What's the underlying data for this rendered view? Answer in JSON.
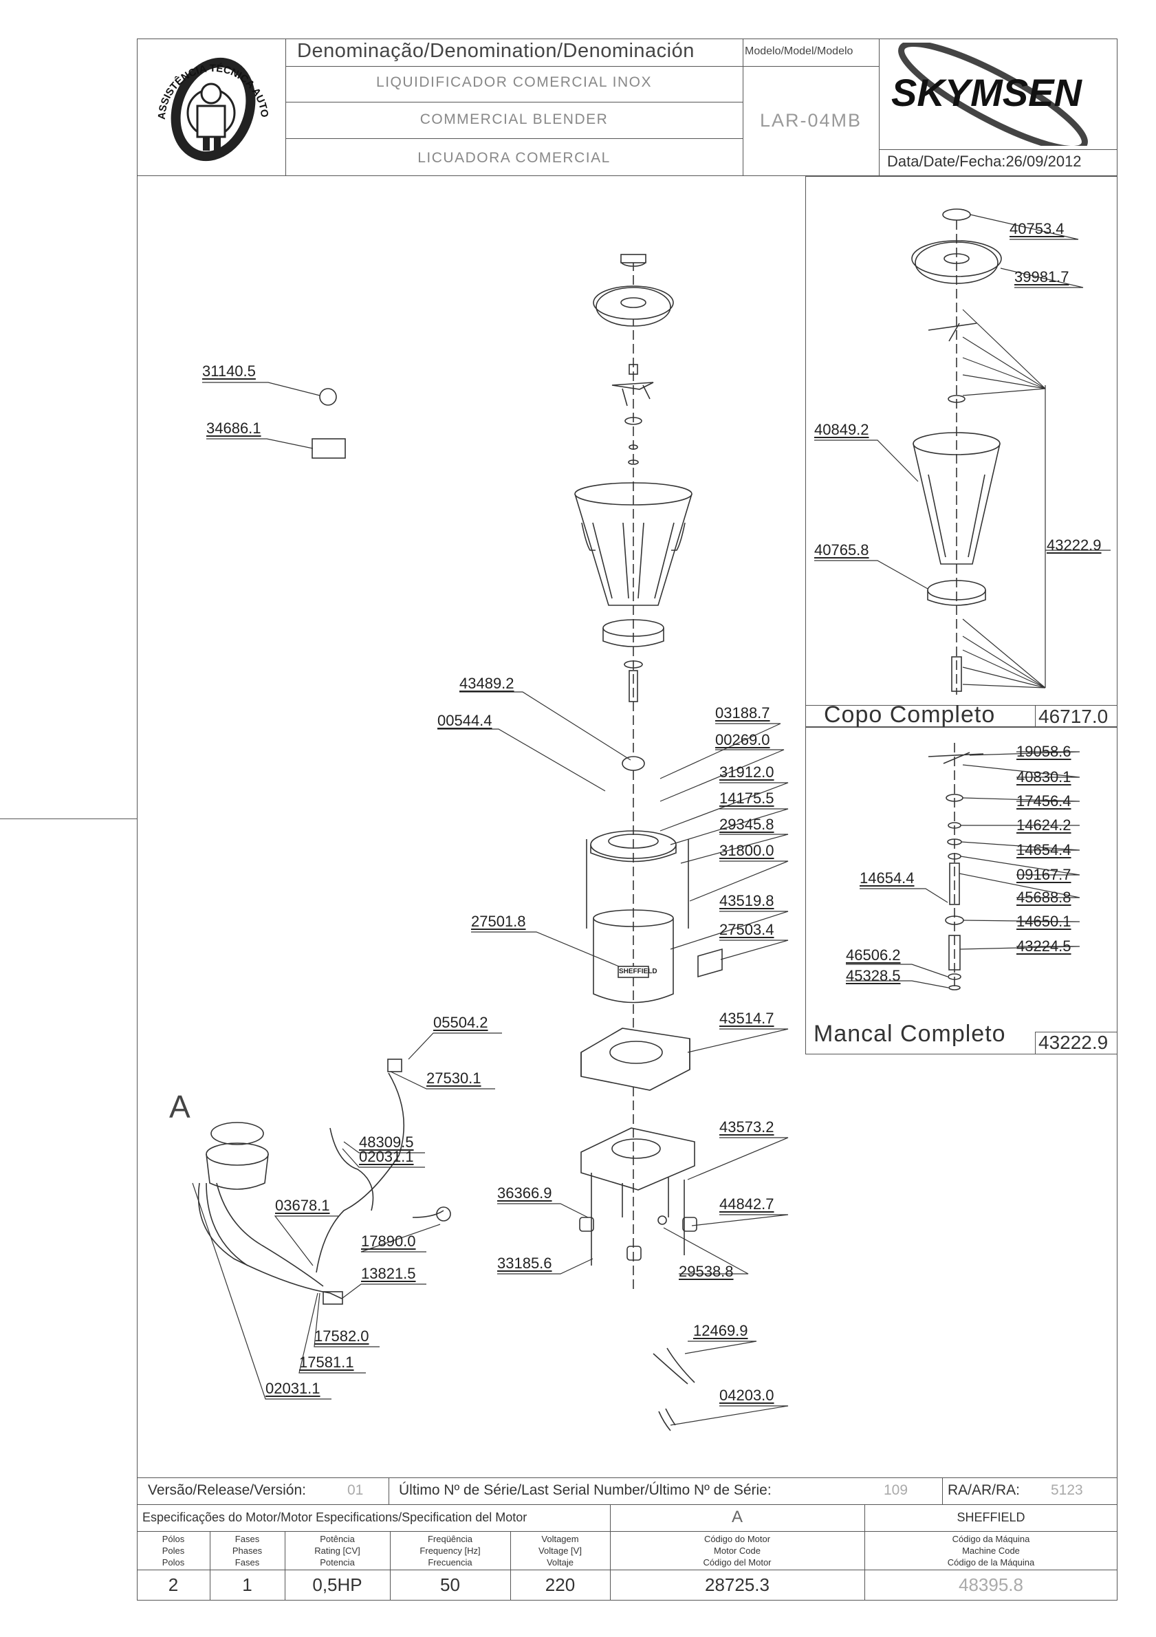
{
  "header": {
    "denomination_label": "Denominação/Denomination/Denominación",
    "model_label": "Modelo/Model/Modelo",
    "name_pt": "LIQUIDIFICADOR COMERCIAL INOX",
    "name_en": "COMMERCIAL BLENDER",
    "name_es": "LICUADORA COMERCIAL",
    "model": "LAR-04MB",
    "brand": "SKYMSEN",
    "date_label": "Data/Date/Fecha:",
    "date": "26/09/2012",
    "seal_text": "ASSISTÊNCIA TÉCNICA AUTORIZADA"
  },
  "main_labels": {
    "p31140_5": "31140.5",
    "p34686_1": "34686.1",
    "p43489_2": "43489.2",
    "p00544_4": "00544.4",
    "p03188_7": "03188.7",
    "p00269_0": "00269.0",
    "p31912_0": "31912.0",
    "p14175_5": "14175.5",
    "p29345_8": "29345.8",
    "p31800_0": "31800.0",
    "p43519_8": "43519.8",
    "p27501_8": "27501.8",
    "p27503_4": "27503.4",
    "p43514_7": "43514.7",
    "p05504_2": "05504.2",
    "p27530_1": "27530.1",
    "p48309_5": "48309.5",
    "p02031_1a": "02031.1",
    "p03678_1": "03678.1",
    "p17890_0": "17890.0",
    "p13821_5": "13821.5",
    "p17582_0": "17582.0",
    "p17581_1": "17581.1",
    "p02031_1b": "02031.1",
    "p43573_2": "43573.2",
    "p36366_9": "36366.9",
    "p44842_7": "44842.7",
    "p33185_6": "33185.6",
    "p29538_8": "29538.8",
    "p12469_9": "12469.9",
    "p04203_0": "04203.0",
    "detail_a": "A",
    "sheffield_badge": "SHEFFIELD"
  },
  "copo": {
    "p40753_4": "40753.4",
    "p39981_7": "39981.7",
    "p40849_2": "40849.2",
    "p40765_8": "40765.8",
    "p43222_9": "43222.9",
    "title": "Copo Completo",
    "code": "46717.0"
  },
  "mancal": {
    "p19058_6": "19058.6",
    "p40830_1": "40830.1",
    "p17456_4": "17456.4",
    "p14624_2": "14624.2",
    "p14654_4a": "14654.4",
    "p14654_4b": "14654.4",
    "p09167_7": "09167.7",
    "p45688_8": "45688.8",
    "p14650_1": "14650.1",
    "p43224_5": "43224.5",
    "p46506_2": "46506.2",
    "p45328_5": "45328.5",
    "title": "Mancal Completo",
    "code": "43222.9"
  },
  "footer": {
    "version_label": "Versão/Release/Versión:",
    "version": "01",
    "serial_label": "Último Nº de Série/Last Serial Number/Último Nº de Série:",
    "serial": "109",
    "ra_label": "RA/AR/RA:",
    "ra": "5123",
    "motor_spec_label": "Especificações do Motor/Motor Especifications/Specification del Motor",
    "motor_type": "A",
    "machine_name": "SHEFFIELD",
    "h_poles": "Pólos\nPoles\nPolos",
    "h_phases": "Fases\nPhases\nFases",
    "h_power": "Potência\nRating [CV]\nPotencia",
    "h_freq": "Freqüência\nFrequency [Hz]\nFrecuencia",
    "h_voltage": "Voltagem\nVoltage [V]\nVoltaje",
    "h_motor_code": "Código do Motor\nMotor Code\nCódigo del Motor",
    "h_machine_code": "Código da Máquina\nMachine Code\nCódigo de la Máquina",
    "poles": "2",
    "phases": "1",
    "power": "0,5HP",
    "freq": "50",
    "voltage": "220",
    "motor_code": "28725.3",
    "machine_code": "48395.8"
  }
}
